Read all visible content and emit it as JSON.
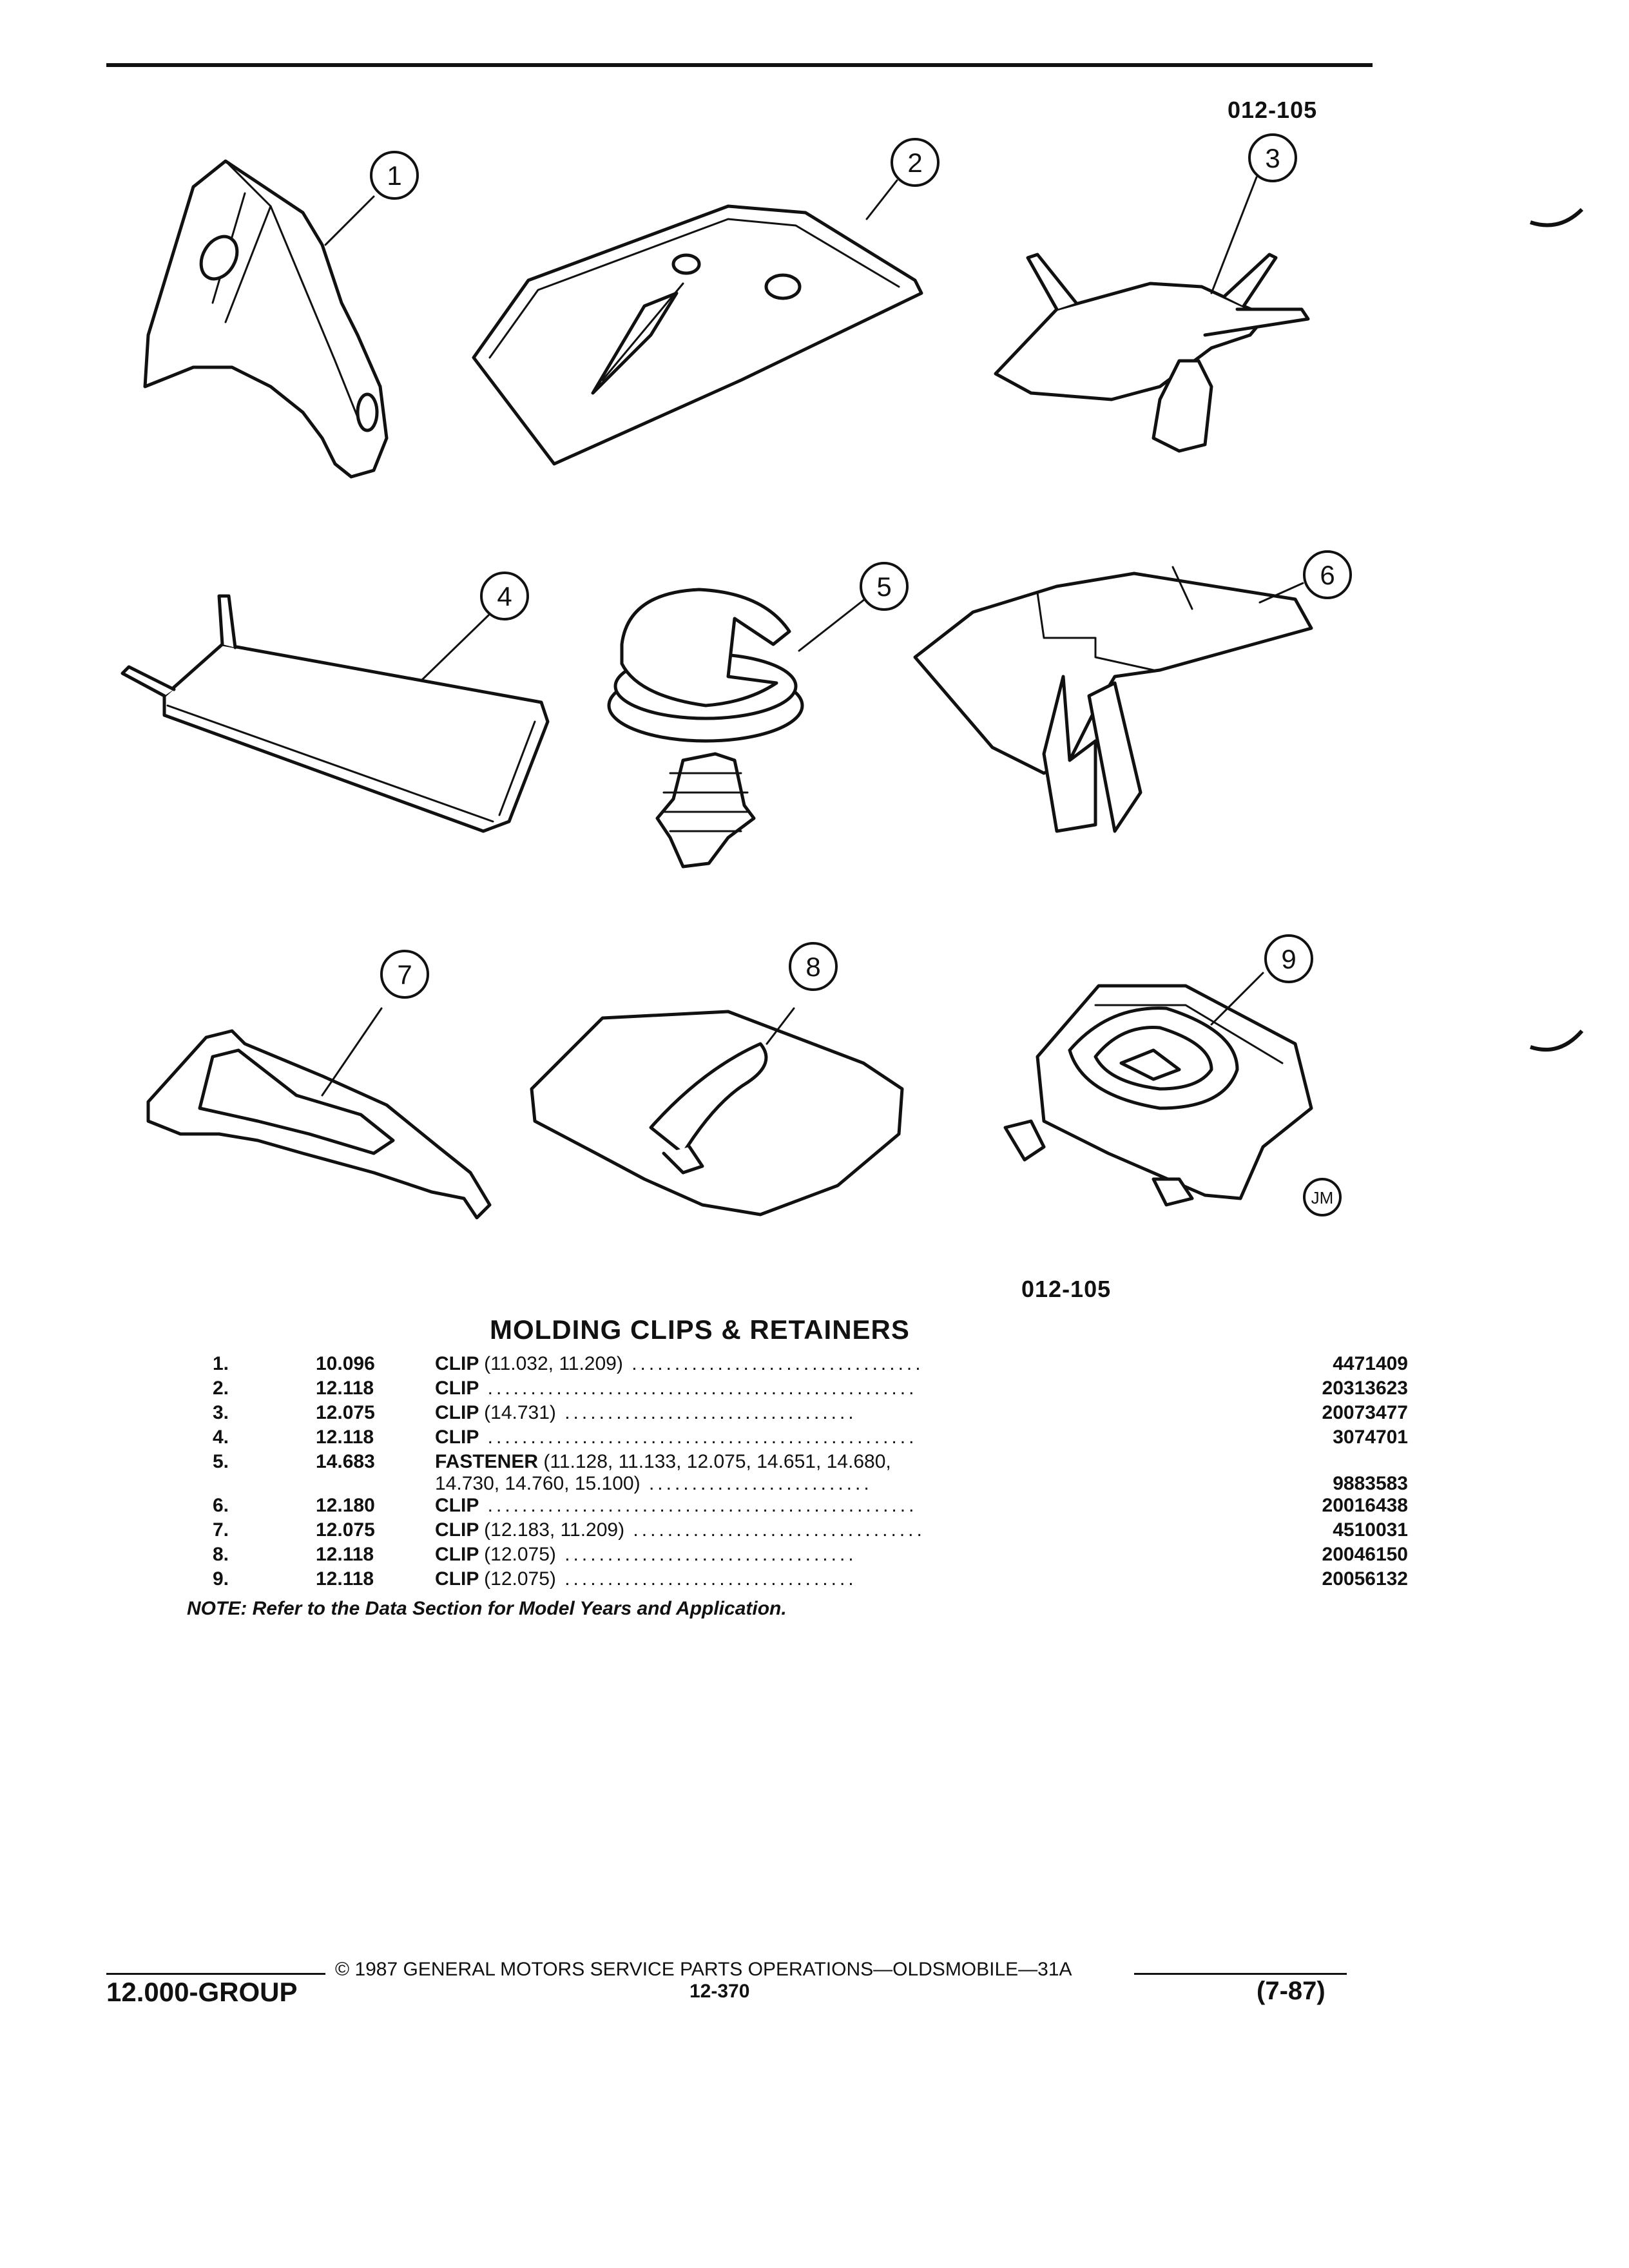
{
  "figure_ref_top": "012-105",
  "figure_ref_bottom": "012-105",
  "artist_mark": "JM",
  "callouts": [
    "1",
    "2",
    "3",
    "4",
    "5",
    "6",
    "7",
    "8",
    "9"
  ],
  "title": "MOLDING CLIPS & RETAINERS",
  "parts": [
    {
      "num": "1.",
      "group": "10.096",
      "name": "CLIP",
      "app": "(11.032, 11.209)",
      "app2": "",
      "part": "4471409"
    },
    {
      "num": "2.",
      "group": "12.118",
      "name": "CLIP",
      "app": "",
      "app2": "",
      "part": "20313623"
    },
    {
      "num": "3.",
      "group": "12.075",
      "name": "CLIP",
      "app": "(14.731)",
      "app2": "",
      "part": "20073477"
    },
    {
      "num": "4.",
      "group": "12.118",
      "name": "CLIP",
      "app": "",
      "app2": "",
      "part": "3074701"
    },
    {
      "num": "5.",
      "group": "14.683",
      "name": "FASTENER",
      "app": "(11.128, 11.133, 12.075, 14.651, 14.680,",
      "app2": "14.730, 14.760, 15.100)",
      "part": "9883583"
    },
    {
      "num": "6.",
      "group": "12.180",
      "name": "CLIP",
      "app": "",
      "app2": "",
      "part": "20016438"
    },
    {
      "num": "7.",
      "group": "12.075",
      "name": "CLIP",
      "app": "(12.183, 11.209)",
      "app2": "",
      "part": "4510031"
    },
    {
      "num": "8.",
      "group": "12.118",
      "name": "CLIP",
      "app": "(12.075)",
      "app2": "",
      "part": "20046150"
    },
    {
      "num": "9.",
      "group": "12.118",
      "name": "CLIP",
      "app": "(12.075)",
      "app2": "",
      "part": "20056132"
    }
  ],
  "note": "NOTE: Refer to the Data Section for Model Years and Application.",
  "footer": {
    "copyright": "© 1987 GENERAL MOTORS SERVICE PARTS OPERATIONS—OLDSMOBILE—31A",
    "group": "12.000-GROUP",
    "page": "12-370",
    "date": "(7-87)"
  }
}
